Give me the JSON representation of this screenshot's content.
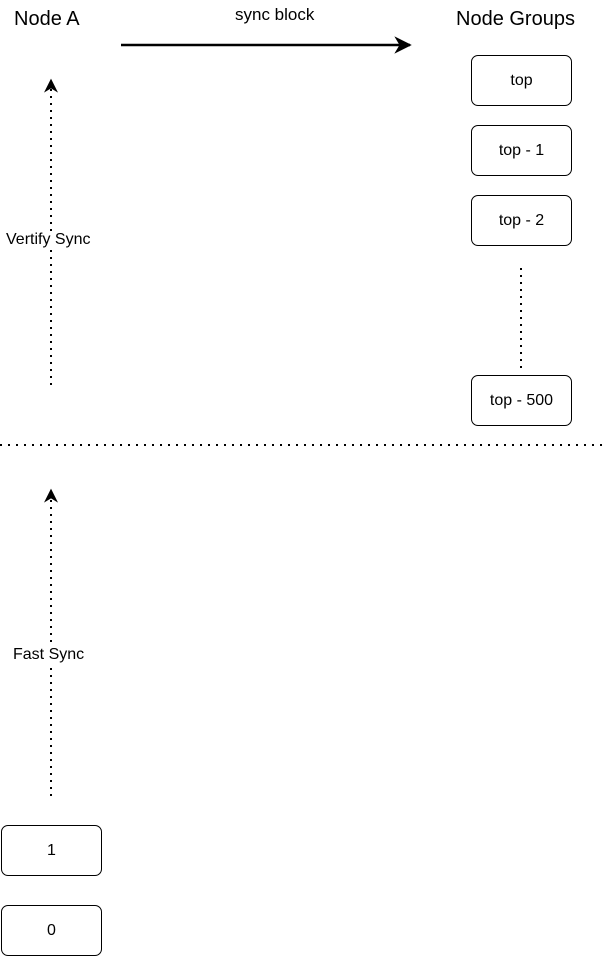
{
  "left_title": "Node A",
  "right_title": "Node Groups",
  "arrow_label": "sync block",
  "upper_section_label": "Vertify Sync",
  "lower_section_label": "Fast Sync",
  "group_blocks": [
    "top",
    "top - 1",
    "top - 2",
    "top - 500"
  ],
  "local_blocks": [
    "1",
    "0"
  ]
}
